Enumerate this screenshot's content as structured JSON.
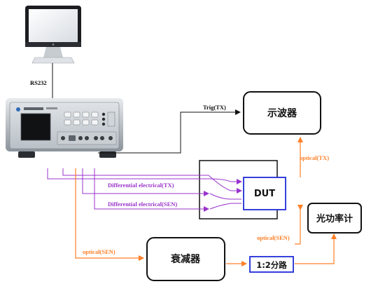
{
  "labels": {
    "rs232": "RS232",
    "trig_tx": "Trig(TX)",
    "diff_tx": "Differential electrical(TX)",
    "diff_sen": "Differential electrical(SEN)",
    "optical_tx": "optical(TX)",
    "optical_sen_right": "optical(SEN)",
    "optical_sen_left": "optical(SEN)"
  },
  "boxes": {
    "oscilloscope": "示波器",
    "dut": "DUT",
    "power_meter": "光功率计",
    "attenuator": "衰减器",
    "splitter": "1:2分路"
  },
  "colors": {
    "purple": "#9933cc",
    "orange": "#ff7f27",
    "black": "#111111",
    "blue": "#1f2bd6"
  },
  "icons": {
    "computer": "monitor-icon",
    "instrument": "test-instrument-icon"
  }
}
